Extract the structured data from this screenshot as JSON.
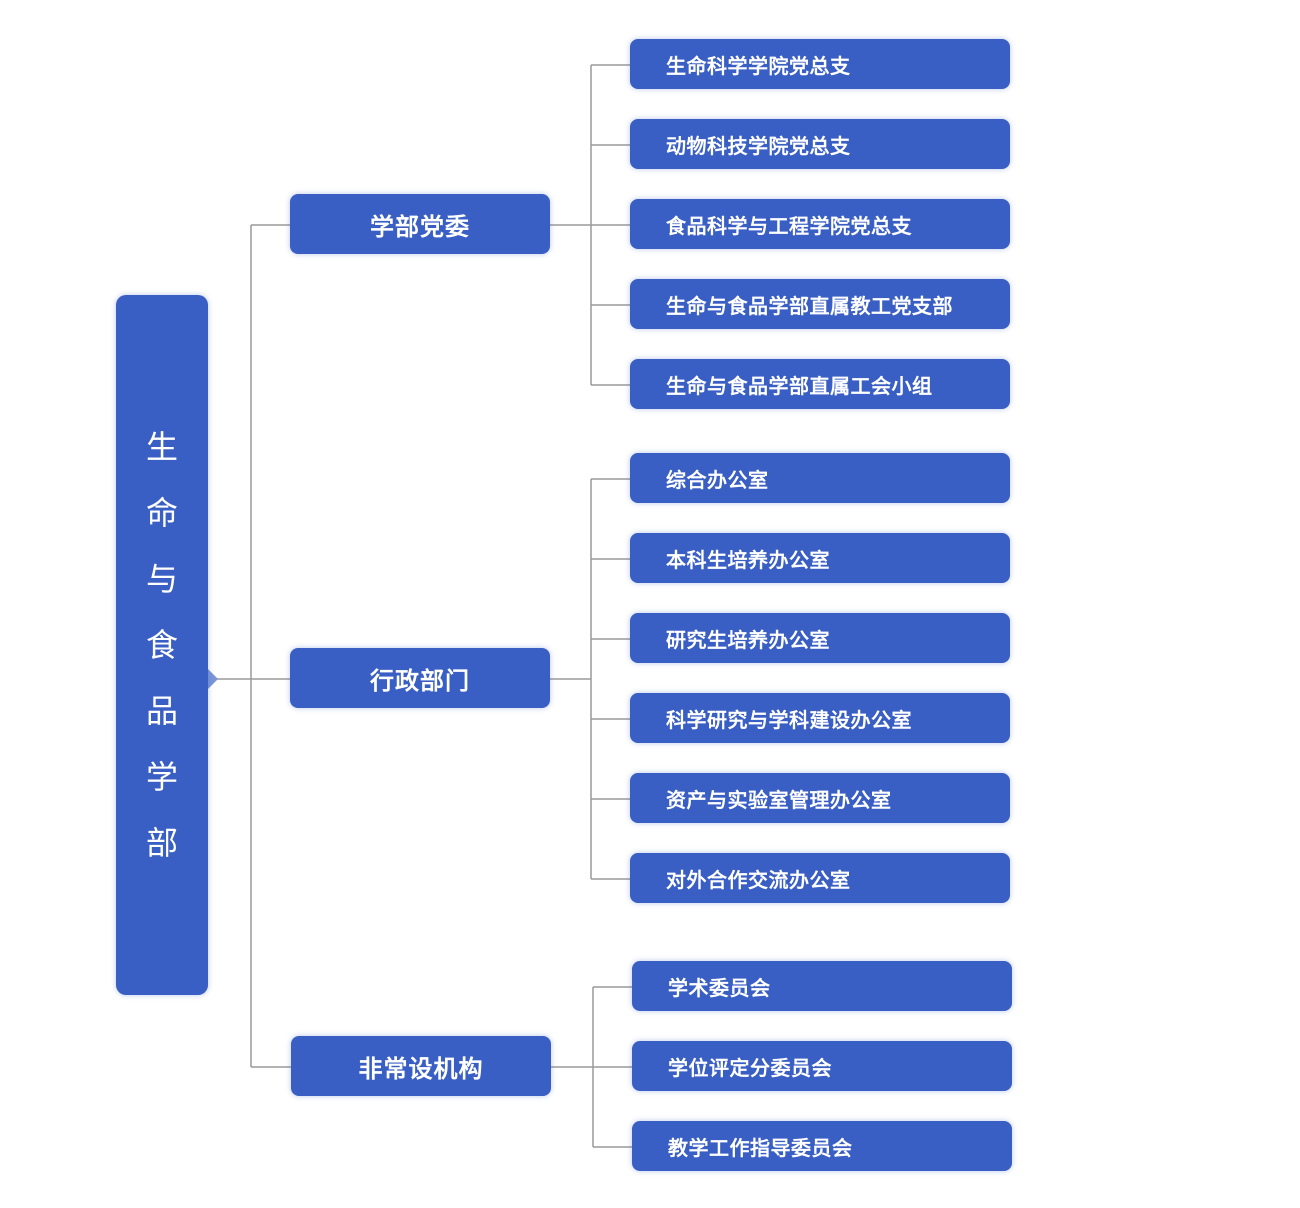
{
  "root": {
    "title": "生命与食品学部"
  },
  "groups": [
    {
      "label": "学部党委",
      "items": [
        "生命科学学院党总支",
        "动物科技学院党总支",
        "食品科学与工程学院党总支",
        "生命与食品学部直属教工党支部",
        "生命与食品学部直属工会小组"
      ]
    },
    {
      "label": "行政部门",
      "items": [
        "综合办公室",
        "本科生培养办公室",
        "研究生培养办公室",
        "科学研究与学科建设办公室",
        "资产与实验室管理办公室",
        "对外合作交流办公室"
      ]
    },
    {
      "label": "非常设机构",
      "items": [
        "学术委员会",
        "学位评定分委员会",
        "教学工作指导委员会"
      ]
    }
  ],
  "colors": {
    "node_fill": "#3a5fc4",
    "node_text": "#ffffff",
    "connector": "#9a9a9a",
    "pointer": "#7a95d8"
  }
}
